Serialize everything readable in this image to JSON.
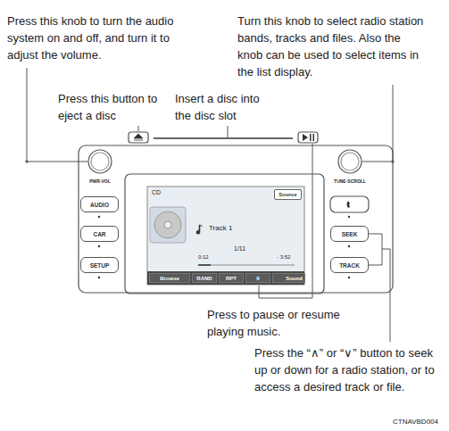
{
  "diagram": {
    "nodes": [
      {
        "text": [
          "AUDIO"
        ]
      },
      {
        "text": [
          "CAR"
        ]
      },
      {
        "text": [
          "SETUP"
        ]
      },
      {
        "text": [
          "SEEK"
        ]
      },
      {
        "text": [
          "TRACK"
        ]
      },
      {
        "text": [
          "Source"
        ]
      },
      {
        "text": [
          "Browse"
        ]
      },
      {
        "text": [
          "RAND"
        ]
      },
      {
        "text": [
          "RPT"
        ]
      },
      {
        "text": [
          "II"
        ]
      },
      {
        "text": [
          "Sound"
        ]
      }
    ],
    "labels": [
      "Press this knob to turn the audio system on and off, and turn it to adjust the volume.",
      "Turn this knob to select radio station bands, tracks and files. Also the knob can be used to select items in the list display.",
      "Press this button to eject a disc",
      "Insert a disc into the disc slot",
      "PWR·VOL",
      "TUNE·SCROLL",
      "CD",
      "Track 1",
      "1/11",
      "0:12",
      "- 3:52",
      "Press to pause or resume playing music.",
      "Press the “∧” or “∨” button to seek up or down for a radio station, or to access a desired track or file.",
      "CTNAVBD004"
    ]
  }
}
